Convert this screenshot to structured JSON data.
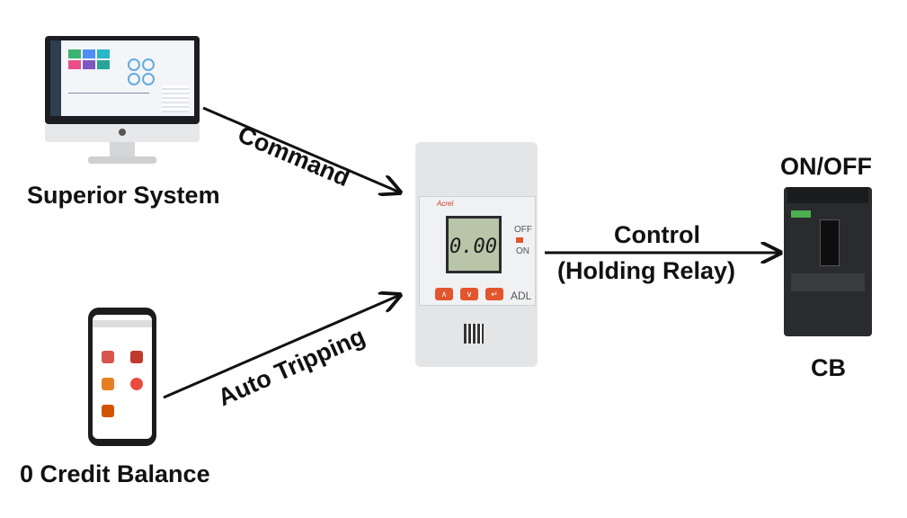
{
  "labels": {
    "superior_system": "Superior System",
    "credit_balance": "0 Credit Balance",
    "command": "Command",
    "auto_tripping": "Auto Tripping",
    "control_line1": "Control",
    "control_line2": "(Holding Relay)",
    "on_off": "ON/OFF",
    "cb": "CB"
  },
  "meter": {
    "display": "0.00",
    "off": "OFF",
    "on": "ON",
    "model": "ADL",
    "brand": "Acrel"
  },
  "colors": {
    "text": "#111111",
    "arrow": "#111111",
    "meter_button": "#e2552d",
    "lcd": "#b8c5a8"
  },
  "icons": {
    "computer": "monitor-icon",
    "phone": "smartphone-icon",
    "meter": "energy-meter-icon",
    "breaker": "circuit-breaker-icon"
  }
}
